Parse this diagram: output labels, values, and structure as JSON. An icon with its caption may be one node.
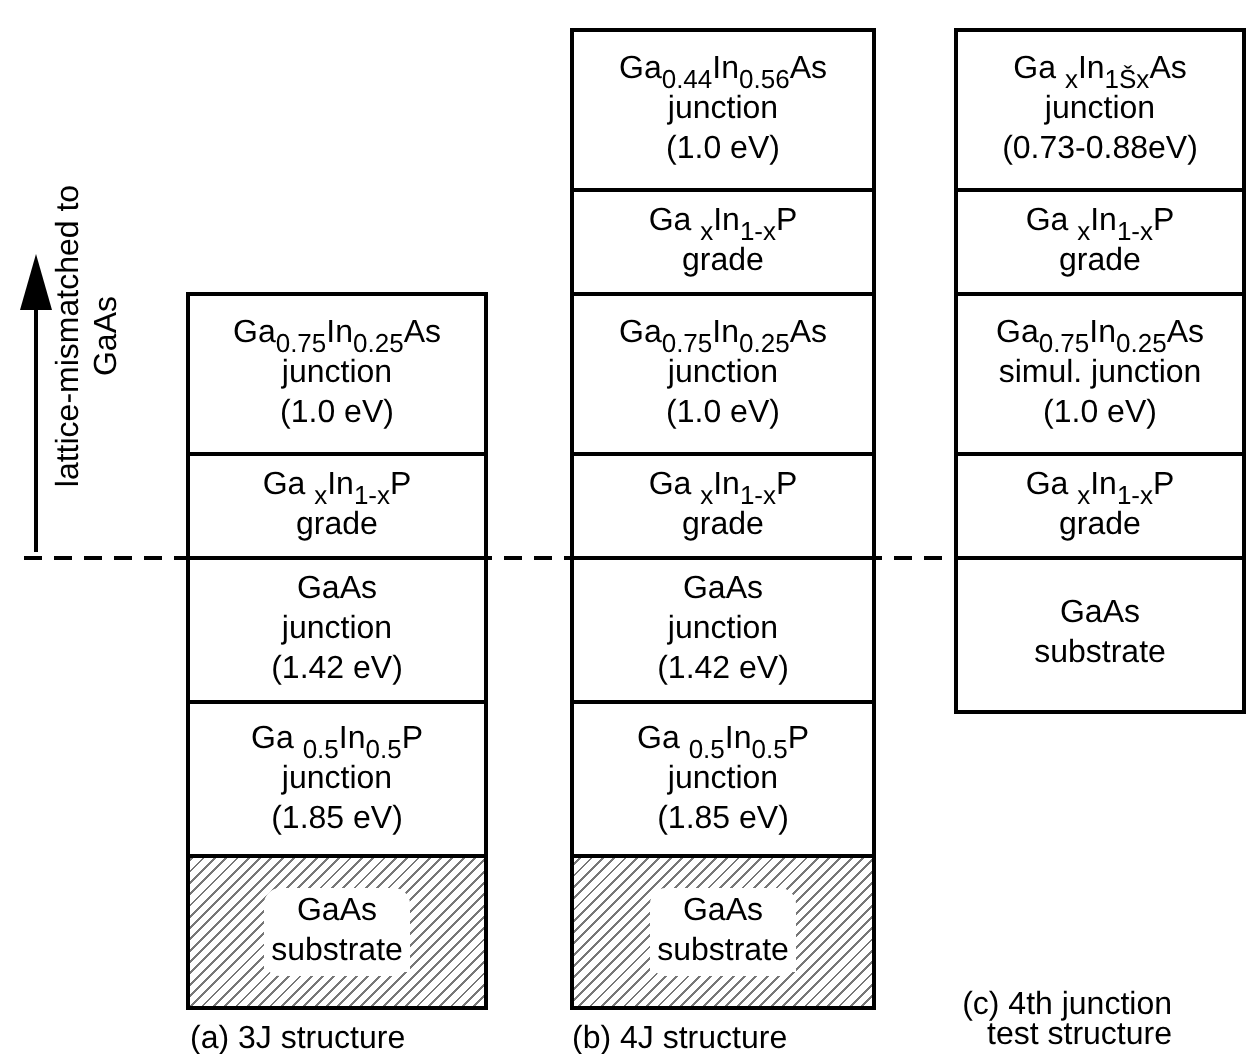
{
  "diagram": {
    "nodes": [
      {
        "text": [
          "Ga$_{0.75}$In$_{0.25}$As",
          "junction",
          "(1.0 eV)"
        ]
      },
      {
        "text": [
          "Ga $_{x}$In$_{1-x}$P",
          "grade"
        ]
      },
      {
        "text": [
          "GaAs",
          "junction",
          "(1.42 eV)"
        ]
      },
      {
        "text": [
          "Ga $_{0.5}$In$_{0.5}$P",
          "junction",
          "(1.85 eV)"
        ]
      },
      {
        "text": [
          "GaAs",
          "substrate"
        ]
      },
      {
        "text": [
          "Ga$_{0.44}$In$_{0.56}$As",
          "junction",
          "(1.0 eV)"
        ]
      },
      {
        "text": [
          "Ga $_{x}$In$_{1-x}$P",
          "grade"
        ]
      },
      {
        "text": [
          "Ga$_{0.75}$In$_{0.25}$As",
          "junction",
          "(1.0 eV)"
        ]
      },
      {
        "text": [
          "Ga $_{x}$In$_{1-x}$P",
          "grade"
        ]
      },
      {
        "text": [
          "GaAs",
          "junction",
          "(1.42 eV)"
        ]
      },
      {
        "text": [
          "Ga $_{0.5}$In$_{0.5}$P",
          "junction",
          "(1.85 eV)"
        ]
      },
      {
        "text": [
          "GaAs",
          "substrate"
        ]
      },
      {
        "text": [
          "Ga $_{x}$In$_{1Šx}$As",
          "junction",
          "(0.73-0.88eV)"
        ]
      },
      {
        "text": [
          "Ga $_{x}$In$_{1-x}$P",
          "grade"
        ]
      },
      {
        "text": [
          "Ga$_{0.75}$In$_{0.25}$As",
          "simul. junction",
          "(1.0 eV)"
        ]
      },
      {
        "text": [
          "Ga $_{x}$In$_{1-x}$P",
          "grade"
        ]
      },
      {
        "text": [
          "GaAs",
          "substrate"
        ]
      }
    ],
    "labels": [
      "lattice-mismatched to GaAs",
      "(a) 3J structure",
      "(b) 4J structure",
      "(c) 4th junction test structure"
    ]
  }
}
